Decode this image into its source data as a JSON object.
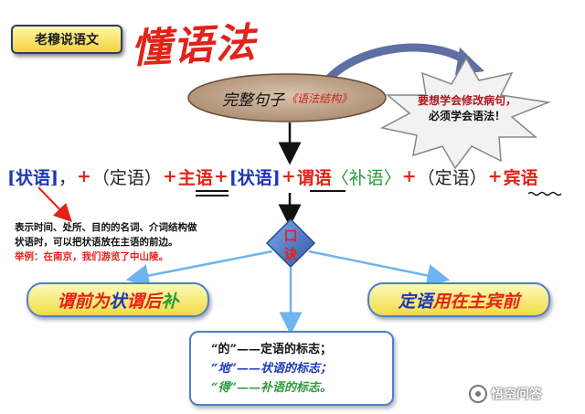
{
  "header": {
    "label": "老穆说语文",
    "title": "懂语法"
  },
  "core": {
    "main": "完整句子",
    "note": "《语法结构》"
  },
  "burst": {
    "line1": "要想学会修改病句，",
    "line2": "必须学会语法！"
  },
  "formula": {
    "zhuangyu1": "[状语]",
    "comma": "，",
    "plus": "+",
    "dingyu": "（定语）",
    "zhuyu": "主语",
    "zhuangyu2": "[状语]",
    "weiyu": "谓语",
    "buyu": "〈补语〉",
    "binyu": "宾语"
  },
  "explanation": {
    "line1": "表示时间、处所、目的的名词、介词结构做",
    "line2": "状语时，可以把状语放在主语的前边。",
    "example": "举例：在南京，我们游览了中山陵。"
  },
  "koujue": {
    "c1": "口",
    "c2": "诀"
  },
  "rules": {
    "left": {
      "p1": "谓前为",
      "p2": "状",
      "p3": "谓后",
      "p4": "补"
    },
    "right": {
      "p1": "定语",
      "p2": "用在主宾前"
    }
  },
  "marks": {
    "r1_word": "“的”",
    "r1_rest": "——定语的标志；",
    "r2_word": "“地”",
    "r2_rest": "——状语的标志；",
    "r3_word": "“得”",
    "r3_rest": "——补语的标志。"
  },
  "watermark": {
    "text": "悟空问答"
  },
  "colors": {
    "red": "#e2231a",
    "blue": "#1d37b7",
    "green": "#2a9a3a",
    "box_border": "#4a7fd0"
  }
}
